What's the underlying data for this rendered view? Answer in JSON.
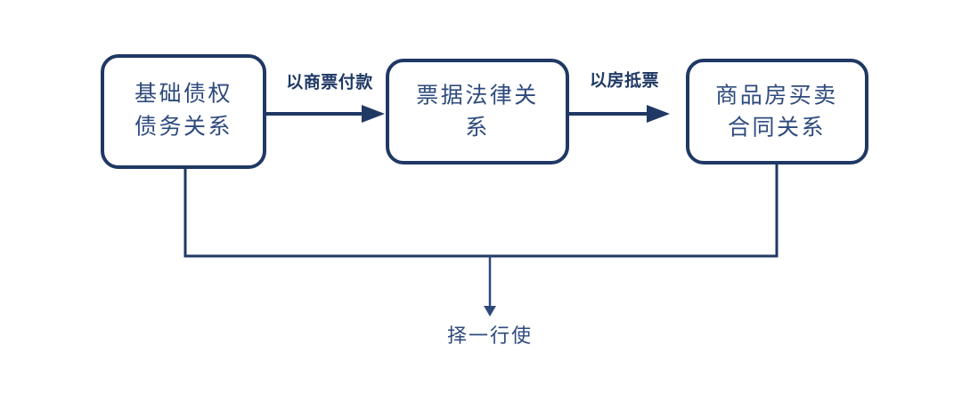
{
  "diagram": {
    "background_color": "#ffffff",
    "line_color": "#1F3864",
    "text_color": "#2E4A7D",
    "nodes": [
      {
        "id": "node-1",
        "name": "基础债权债务关系",
        "line1": "基础债权",
        "line2": "债务关系"
      },
      {
        "id": "node-2",
        "name": "票据法律关系",
        "line1": "票据法律关",
        "line2": "系"
      },
      {
        "id": "node-3",
        "name": "商品房买卖合同关系",
        "line1": "商品房买卖",
        "line2": "合同关系"
      }
    ],
    "edges": [
      {
        "id": "edge-1",
        "label": "以商票付款",
        "from": "node-1",
        "to": "node-2"
      },
      {
        "id": "edge-2",
        "label": "以房抵票",
        "from": "node-2",
        "to": "node-3"
      }
    ],
    "outcome": {
      "id": "outcome-1",
      "label": "择一行使"
    }
  }
}
